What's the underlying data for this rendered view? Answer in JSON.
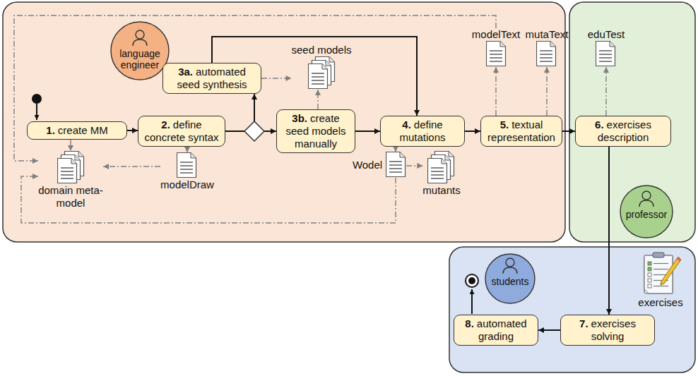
{
  "diagram": {
    "nodes": [
      {
        "text": [
          "language engineer"
        ]
      },
      {
        "text": [
          "1.",
          "create MM"
        ]
      },
      {
        "text": [
          "2.",
          "define concrete syntax"
        ]
      },
      {
        "text": [
          "seed models"
        ]
      },
      {
        "text": [
          "3a.",
          "automated seed synthesis"
        ]
      },
      {
        "text": [
          "3b.",
          "create seed models manually"
        ]
      },
      {
        "text": [
          "4.",
          "define mutations"
        ]
      },
      {
        "text": [
          "modelText"
        ]
      },
      {
        "text": [
          "mutaText"
        ]
      },
      {
        "text": [
          "5.",
          "textual representation"
        ]
      },
      {
        "text": [
          "eduTest"
        ]
      },
      {
        "text": [
          "6.",
          "exercises description"
        ]
      },
      {
        "text": [
          "domain meta-model"
        ]
      },
      {
        "text": [
          "modelDraw"
        ]
      },
      {
        "text": [
          "Wodel"
        ]
      },
      {
        "text": [
          "mutants"
        ]
      },
      {
        "text": [
          "professor"
        ]
      },
      {
        "text": [
          "students"
        ]
      },
      {
        "text": [
          "exercises"
        ]
      },
      {
        "text": [
          "8.",
          "automated grading"
        ]
      },
      {
        "text": [
          "7.",
          "exercises solving"
        ]
      }
    ],
    "edges": [
      {
        "from": 1,
        "to": 2,
        "arrow": "to"
      },
      {
        "from": 2,
        "to": 4,
        "arrow": "to"
      },
      {
        "from": 2,
        "to": 5,
        "arrow": "to"
      },
      {
        "from": 4,
        "to": 6,
        "arrow": "to"
      },
      {
        "from": 5,
        "to": 6,
        "arrow": "to"
      },
      {
        "from": 6,
        "to": 9,
        "arrow": "to"
      },
      {
        "from": 9,
        "to": 11,
        "arrow": "to"
      },
      {
        "from": 11,
        "to": 20,
        "arrow": "to"
      },
      {
        "from": 20,
        "to": 19,
        "arrow": "to"
      },
      {
        "from": 1,
        "to": 12,
        "arrow": "to"
      },
      {
        "from": 2,
        "to": 13,
        "arrow": "to"
      },
      {
        "from": 13,
        "to": 12,
        "arrow": "to"
      },
      {
        "from": 4,
        "to": 3,
        "arrow": "to"
      },
      {
        "from": 5,
        "to": 3,
        "arrow": "to"
      },
      {
        "from": 6,
        "to": 14,
        "arrow": "to"
      },
      {
        "from": 14,
        "to": 15,
        "arrow": "to"
      },
      {
        "from": 14,
        "to": 12,
        "arrow": "to"
      },
      {
        "from": 7,
        "to": 12,
        "arrow": "to"
      },
      {
        "from": 9,
        "to": 7,
        "arrow": "to"
      },
      {
        "from": 9,
        "to": 8,
        "arrow": "to"
      },
      {
        "from": 11,
        "to": 10,
        "arrow": "to"
      }
    ]
  }
}
